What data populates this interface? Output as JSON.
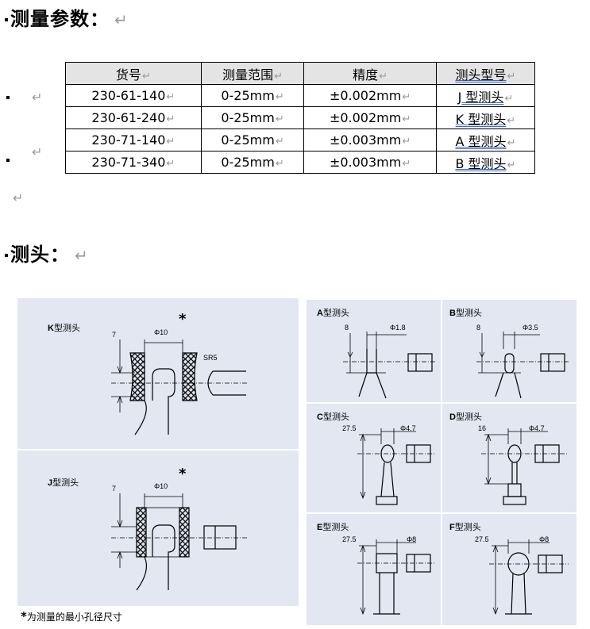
{
  "headings": {
    "params": "测量参数：",
    "probe": "测头："
  },
  "para_mark": "↵",
  "table": {
    "headers": [
      "货号",
      "测量范围",
      "精度",
      "测头型号"
    ],
    "rows": [
      [
        "230-61-140",
        "0-25mm",
        "±0.002mm",
        "J 型测头"
      ],
      [
        "230-61-240",
        "0-25mm",
        "±0.002mm",
        "K 型测头"
      ],
      [
        "230-71-140",
        "0-25mm",
        "±0.003mm",
        "A 型测头"
      ],
      [
        "230-71-340",
        "0-25mm",
        "±0.003mm",
        "B 型测头"
      ]
    ]
  },
  "figure": {
    "K": {
      "letter": "K",
      "label": "型测头",
      "dims": [
        "7",
        "Φ10",
        "SR5"
      ],
      "star": "*"
    },
    "J": {
      "letter": "J",
      "label": "型测头",
      "dims": [
        "7",
        "Φ10"
      ],
      "star": "*"
    },
    "A": {
      "letter": "A",
      "label": "型测头",
      "dims": [
        "8",
        "Φ1.8"
      ]
    },
    "B": {
      "letter": "B",
      "label": "型测头",
      "dims": [
        "8",
        "Φ3.5"
      ]
    },
    "C": {
      "letter": "C",
      "label": "型测头",
      "dims": [
        "27.5",
        "Φ4.7"
      ]
    },
    "D": {
      "letter": "D",
      "label": "型测头",
      "dims": [
        "16",
        "Φ4.7"
      ]
    },
    "E": {
      "letter": "E",
      "label": "型测头",
      "dims": [
        "27.5",
        "Φ8"
      ]
    },
    "F": {
      "letter": "F",
      "label": "型测头",
      "dims": [
        "27.5",
        "Φ8"
      ]
    },
    "footnote_star": "*",
    "footnote": "为测量的最小孔径尺寸",
    "panel_color": "#e2e7f2"
  }
}
